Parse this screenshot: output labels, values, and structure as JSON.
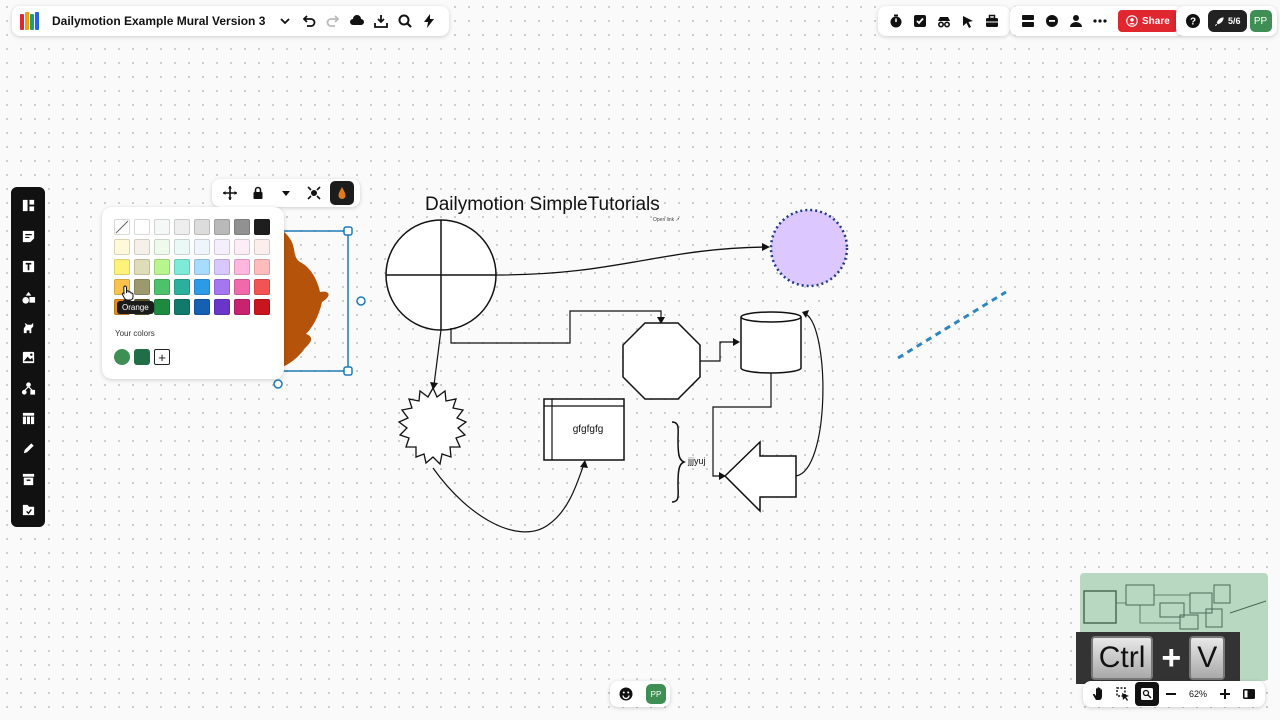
{
  "app": {
    "title": "Dailymotion Example Mural Version 3",
    "share_label": "Share",
    "launch_count": "5/6",
    "avatar_initials": "PP",
    "accent_color": "#e0262e"
  },
  "toolbar_top_left": {
    "icons": [
      "logo-icon",
      "chevron-down-icon",
      "undo-icon",
      "redo-icon",
      "cloud-save-icon",
      "download-icon",
      "search-icon",
      "lightning-icon"
    ]
  },
  "toolbar_top_right": {
    "tools": [
      "timer-icon",
      "voting-icon",
      "facilitator-icon",
      "cursor-icon",
      "toolbox-icon"
    ],
    "actions": [
      "outline-icon",
      "chat-icon",
      "user-icon",
      "more-icon"
    ]
  },
  "left_toolbar": {
    "items": [
      "templates-icon",
      "sticky-note-icon",
      "text-icon",
      "shapes-icon",
      "icons-icon",
      "image-icon",
      "diagram-icon",
      "table-icon",
      "draw-icon",
      "frame-icon",
      "upload-icon"
    ]
  },
  "selection_toolbar": {
    "icons": [
      "move-icon",
      "lock-icon",
      "chevron-down-icon",
      "focus-icon",
      "color-drop-icon"
    ]
  },
  "color_picker": {
    "swatches": [
      "none",
      "#ffffff",
      "#f6f7f7",
      "#eeeeee",
      "#dcdcdc",
      "#b9b9b9",
      "#919191",
      "#1e1e1e",
      "#fff8d9",
      "#f6f1e8",
      "#eefbec",
      "#eaf9f6",
      "#eff5fb",
      "#f5effd",
      "#fcedf6",
      "#fdeeee",
      "#fff27a",
      "#dfdcb8",
      "#b9f58f",
      "#7fead7",
      "#a8dcff",
      "#d9c7ff",
      "#ffb6df",
      "#ffbcbc",
      "#f9c24d",
      "#9c9a6c",
      "#4dc26a",
      "#2bb19b",
      "#2b9be6",
      "#a476f0",
      "#f06aab",
      "#f25454",
      "#e08e1e",
      "#5a5a2e",
      "#1e8a3f",
      "#127a6b",
      "#1560b0",
      "#6a36c8",
      "#c8236e",
      "#c8151e"
    ],
    "tooltip": "Orange",
    "your_colors_label": "Your colors",
    "your_colors": [
      "#3f8f55",
      "#1f6e45"
    ]
  },
  "canvas": {
    "title": "Dailymotion SimpleTutorials",
    "open_link": "Open link",
    "process_label": "gfgfgfg",
    "brace_label": "jjjyuj",
    "circle_fill": "#dcc8ff",
    "circle_border": "#1e3a8a",
    "dashed_line_color": "#2e86c1",
    "flame_color": "#b45309"
  },
  "bottom": {
    "zoom": "62%",
    "keyboard_overlay": [
      "Ctrl",
      "+",
      "V"
    ]
  }
}
